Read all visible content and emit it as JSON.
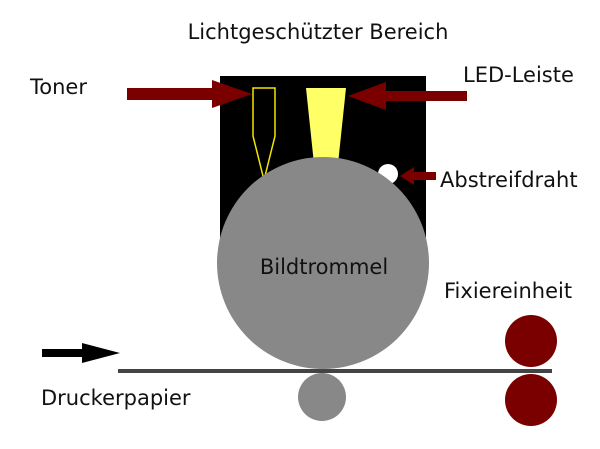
{
  "labels": {
    "title": "Lichtgeschützter Bereich",
    "toner": "Toner",
    "led_leiste": "LED-Leiste",
    "abstreifdraht": "Abstreifdraht",
    "bildtrommel": "Bildtrommel",
    "fixiereinheit": "Fixiereinheit",
    "druckerpapier": "Druckerpapier"
  },
  "colors": {
    "light_protected_area": "#000000",
    "drum": "#888888",
    "toner_outline": "#f2e600",
    "led": "#ffff66",
    "arrow": "#7a0000",
    "fuser": "#7a0000",
    "paper": "#444444",
    "paper_arrow": "#000000",
    "wire": "#ffffff"
  }
}
